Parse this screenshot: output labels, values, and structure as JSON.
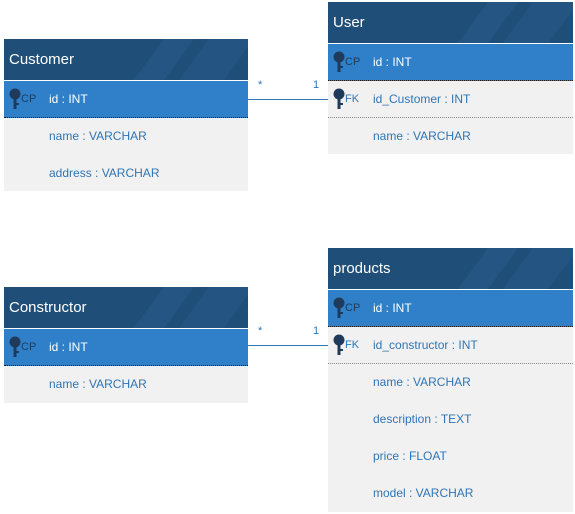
{
  "entities": {
    "customer": {
      "title": "Customer",
      "rows": [
        {
          "key": "CP",
          "field": "id : INT"
        },
        {
          "key": "",
          "field": "name : VARCHAR"
        },
        {
          "key": "",
          "field": "address : VARCHAR"
        }
      ]
    },
    "user": {
      "title": "User",
      "rows": [
        {
          "key": "CP",
          "field": "id : INT"
        },
        {
          "key": "FK",
          "field": "id_Customer : INT"
        },
        {
          "key": "",
          "field": "name : VARCHAR"
        }
      ]
    },
    "constructor": {
      "title": "Constructor",
      "rows": [
        {
          "key": "CP",
          "field": "id : INT"
        },
        {
          "key": "",
          "field": "name : VARCHAR"
        }
      ]
    },
    "products": {
      "title": "products",
      "rows": [
        {
          "key": "CP",
          "field": "id : INT"
        },
        {
          "key": "FK",
          "field": "id_constructor : INT"
        },
        {
          "key": "",
          "field": "name : VARCHAR"
        },
        {
          "key": "",
          "field": "description : TEXT"
        },
        {
          "key": "",
          "field": "price : FLOAT"
        },
        {
          "key": "",
          "field": "model : VARCHAR"
        }
      ]
    }
  },
  "relations": [
    {
      "many": "*",
      "one": "1"
    },
    {
      "many": "*",
      "one": "1"
    }
  ],
  "colors": {
    "header": "#1f4e79",
    "pk_row": "#2f80c8",
    "body": "#f1f1f1",
    "text": "#2f75b5",
    "key_icon": "#1f3a5a"
  }
}
